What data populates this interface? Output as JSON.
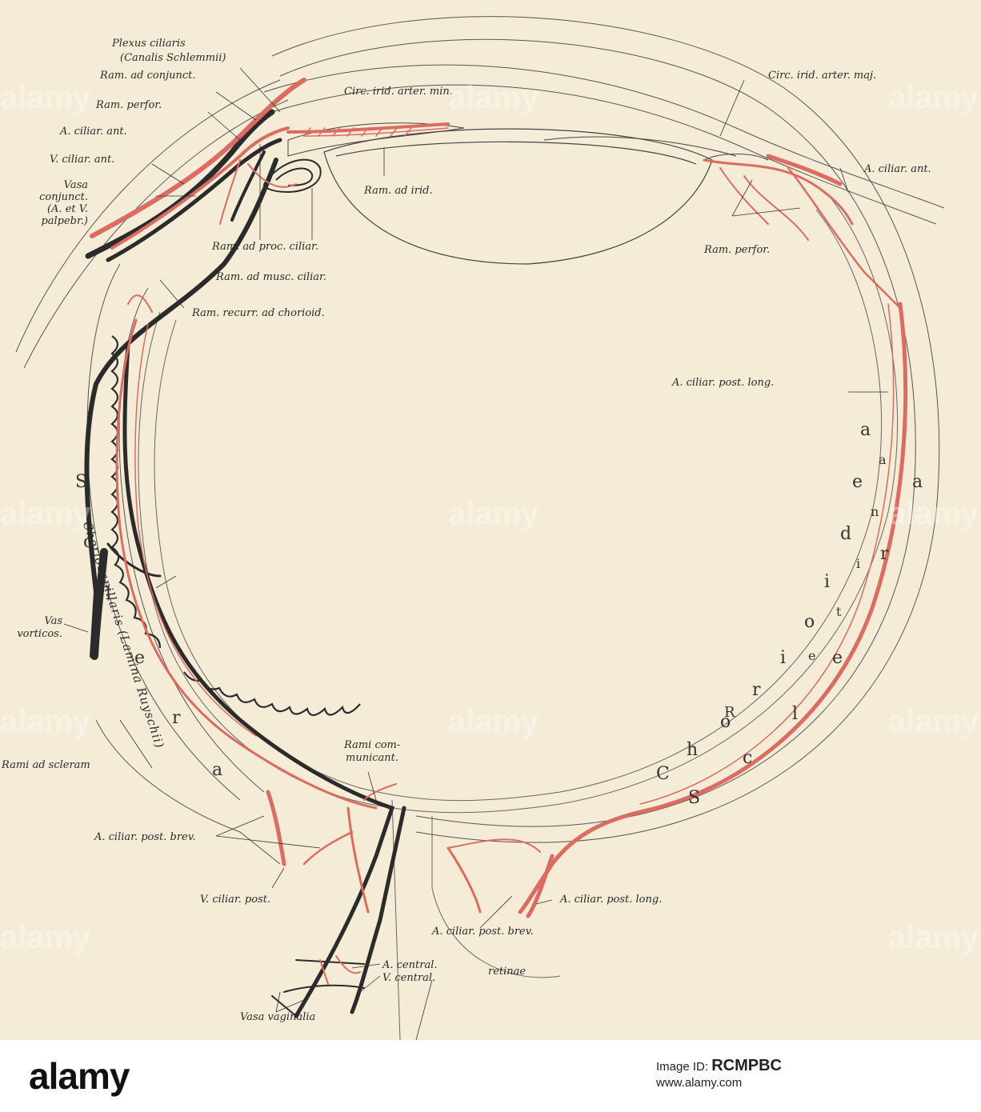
{
  "labels": {
    "plexus_ciliaris": "Plexus ciliaris",
    "canalis_schlemmii": "(Canalis Schlemmii)",
    "ram_ad_conjunct": "Ram. ad conjunct.",
    "ram_perfor_left": "Ram. perfor.",
    "a_ciliar_ant_left": "A. ciliar. ant.",
    "v_ciliar_ant": "V. ciliar. ant.",
    "vasa_conjunct_1": "Vasa",
    "vasa_conjunct_2": "conjunct.",
    "vasa_conjunct_3": "(A. et V.",
    "vasa_conjunct_4": "palpebr.)",
    "circ_irid_min": "Circ. irid. arter. min.",
    "circ_irid_maj": "Circ. irid. arter. maj.",
    "ram_ad_irid": "Ram. ad irid.",
    "a_ciliar_ant_right": "A. ciliar. ant.",
    "ram_ad_proc_ciliar": "Ram. ad proc. ciliar.",
    "ram_perfor_right": "Ram. perfor.",
    "ram_ad_musc_ciliar": "Ram. ad musc. ciliar.",
    "ram_recurr": "Ram. recurr. ad chorioid.",
    "a_ciliar_post_long_top": "A. ciliar. post. long.",
    "choriocapillaris": "Choriocapillaris (Lamina Ruyschii)",
    "vas_1": "Vas",
    "vas_2": "vorticos.",
    "rami_ad_scleram": "Rami ad scleram",
    "rami_com_1": "Rami com-",
    "rami_com_2": "municant.",
    "a_ciliar_post_brev_left": "A. ciliar. post. brev.",
    "v_ciliar_post": "V. ciliar. post.",
    "a_ciliar_post_long_bottom": "A. ciliar. post. long.",
    "a_ciliar_post_brev_bottom": "A. ciliar. post. brev.",
    "a_central": "A. central.",
    "v_central": "V. central.",
    "retinae": "retinae",
    "vasa_vaginalia": "Vasa vaginalia"
  },
  "layer_letters": {
    "sclera_left": [
      "S",
      "c",
      "l",
      "e",
      "r",
      "a"
    ],
    "chorioidea": [
      "C",
      "h",
      "o",
      "r",
      "i",
      "o",
      "i",
      "d",
      "e",
      "a"
    ],
    "retina": [
      "R",
      "e",
      "t",
      "i",
      "n",
      "a"
    ],
    "sclera_right": [
      "S",
      "c",
      "l",
      "e",
      "r",
      "a"
    ]
  },
  "colors": {
    "artery": "#dc6b62",
    "vein": "#2b2b2b",
    "paper": "#f4ecd6"
  },
  "watermark": "alamy",
  "footer": {
    "logo": "alamy",
    "image_id_label": "Image ID:",
    "image_id": "RCMPBC",
    "site": "www.alamy.com"
  }
}
